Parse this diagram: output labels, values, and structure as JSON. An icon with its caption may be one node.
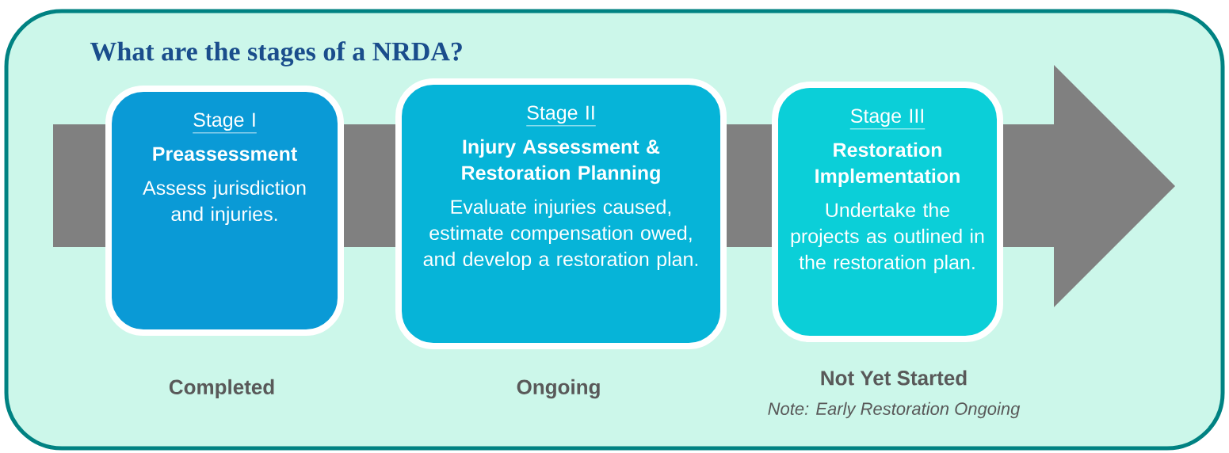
{
  "diagram": {
    "title": "What are the stages of a NRDA?",
    "nodes": [
      {
        "text": [
          "Stage I",
          "Preassessment",
          "Assess jurisdiction and injuries."
        ],
        "beside": [
          "Completed"
        ]
      },
      {
        "text": [
          "Stage II",
          "Injury Assessment & Restoration Planning",
          "Evaluate injuries caused, estimate compensation owed, and develop a restoration plan."
        ],
        "beside": [
          "Ongoing"
        ]
      },
      {
        "text": [
          "Stage III",
          "Restoration Implementation",
          "Undertake the projects as outlined in the restoration plan."
        ],
        "beside": [
          "Not Yet Started",
          "Note: Early Restoration Ongoing"
        ]
      }
    ]
  }
}
